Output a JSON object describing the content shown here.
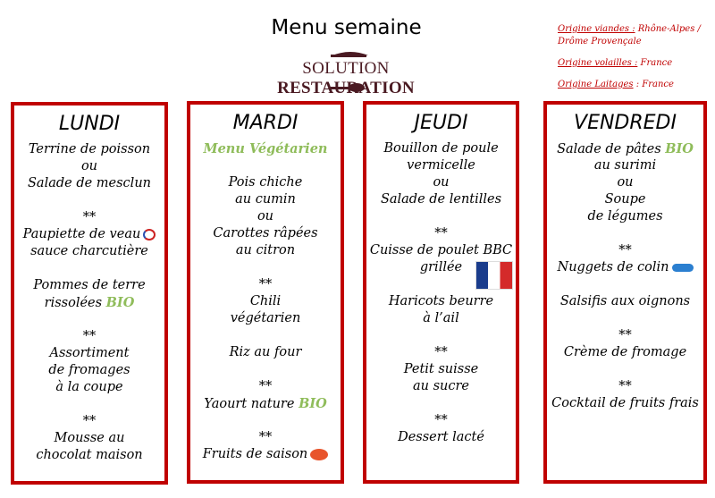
{
  "header": {
    "title": "Menu semaine",
    "logo": {
      "part1": "SOLUTION",
      "part2": "RESTAURATION"
    }
  },
  "origins": [
    {
      "label": "Origine viandes :",
      "value": "Rhône-Alpes / Drôme Provençale"
    },
    {
      "label": "Origine volailles :",
      "value": "France"
    },
    {
      "label": "Origine Laitages",
      "value": ": France"
    }
  ],
  "colors": {
    "border": "#c00000",
    "bio": "#8fbc5a",
    "logo": "#4a1a22"
  },
  "days": [
    {
      "name": "LUNDI",
      "lines": [
        {
          "text": "Terrine de poisson"
        },
        {
          "text": "ou"
        },
        {
          "text": "Salade de mesclun"
        },
        null,
        {
          "text": "**"
        },
        {
          "text": "Paupiette de veau",
          "icon": "french-meat-label-icon"
        },
        {
          "text": "sauce charcutière"
        },
        null,
        {
          "text": "Pommes de terre"
        },
        {
          "text": "rissolées",
          "bio": "BIO"
        },
        null,
        {
          "text": "**"
        },
        {
          "text": "Assortiment"
        },
        {
          "text": "de fromages"
        },
        {
          "text": "à la coupe"
        },
        null,
        {
          "text": "**"
        },
        {
          "text": "Mousse au"
        },
        {
          "text": "chocolat maison"
        }
      ]
    },
    {
      "name": "MARDI",
      "lines": [
        {
          "text": "Menu Végétarien",
          "green": true
        },
        null,
        {
          "text": "Pois chiche"
        },
        {
          "text": "au cumin"
        },
        {
          "text": "ou"
        },
        {
          "text": "Carottes râpées"
        },
        {
          "text": "au citron"
        },
        null,
        {
          "text": "**"
        },
        {
          "text": "Chili"
        },
        {
          "text": "végétarien"
        },
        null,
        {
          "text": "Riz au four"
        },
        null,
        {
          "text": "**"
        },
        {
          "text": "Yaourt nature",
          "bio": "BIO"
        },
        null,
        {
          "text": "**"
        },
        {
          "text": "Fruits de saison",
          "icon": "fruit-label-icon"
        }
      ]
    },
    {
      "name": "JEUDI",
      "lines": [
        {
          "text": "Bouillon de poule"
        },
        {
          "text": "vermicelle"
        },
        {
          "text": "ou"
        },
        {
          "text": "Salade de lentilles"
        },
        null,
        {
          "text": "**"
        },
        {
          "text": "Cuisse de poulet BBC"
        },
        {
          "text": "grillée",
          "icon": "volaille-francaise-icon"
        },
        null,
        {
          "text": "Haricots beurre"
        },
        {
          "text": "à l’ail"
        },
        null,
        {
          "text": "**"
        },
        {
          "text": "Petit suisse"
        },
        {
          "text": "au sucre"
        },
        null,
        {
          "text": "**"
        },
        {
          "text": "Dessert lacté"
        }
      ]
    },
    {
      "name": "VENDREDI",
      "lines": [
        {
          "text": "Salade de pâtes",
          "bio": "BIO"
        },
        {
          "text": "au surimi"
        },
        {
          "text": "ou"
        },
        {
          "text": "Soupe"
        },
        {
          "text": "de légumes"
        },
        null,
        {
          "text": "**"
        },
        {
          "text": "Nuggets de colin",
          "icon": "fish-label-icon"
        },
        null,
        {
          "text": "Salsifis aux oignons"
        },
        null,
        {
          "text": "**"
        },
        {
          "text": "Crème de fromage"
        },
        null,
        {
          "text": "**"
        },
        {
          "text": "Cocktail de fruits frais"
        }
      ]
    }
  ]
}
